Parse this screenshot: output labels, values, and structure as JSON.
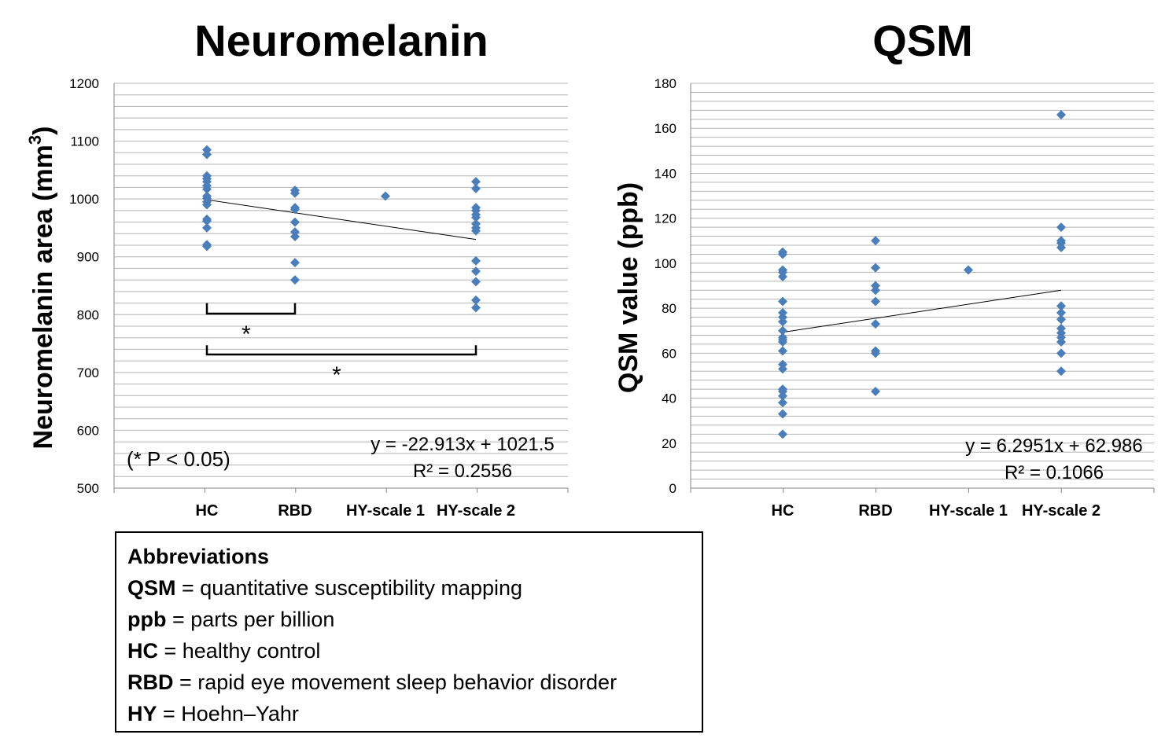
{
  "chart_data": [
    {
      "type": "scatter",
      "title": "Neuromelanin",
      "ylabel": "Neuromelanin area (mm",
      "ylabel_sup": "3",
      "ylabel_close": ")",
      "ylim": [
        500,
        1200
      ],
      "yticks": [
        500,
        600,
        700,
        800,
        900,
        1000,
        1100,
        1200
      ],
      "categories": [
        "HC",
        "RBD",
        "HY-scale 1",
        "HY-scale 2"
      ],
      "grid": "minor horizontal lines",
      "points": [
        {
          "category": "HC",
          "values": [
            1085,
            1077,
            1040,
            1035,
            1030,
            1023,
            1017,
            1005,
            1001,
            995,
            990,
            965,
            962,
            950,
            921,
            918
          ]
        },
        {
          "category": "RBD",
          "values": [
            1015,
            1010,
            985,
            982,
            960,
            943,
            935,
            890,
            860
          ]
        },
        {
          "category": "HY-scale 1",
          "values": [
            1005
          ]
        },
        {
          "category": "HY-scale 2",
          "values": [
            1030,
            1018,
            985,
            980,
            973,
            968,
            957,
            950,
            945,
            893,
            875,
            857,
            825,
            812
          ]
        }
      ],
      "trendline": {
        "start": 998.6,
        "end": 930
      },
      "equation": "y = -22.913x + 1021.5",
      "r_squared": "R² = 0.2556",
      "significance": [
        {
          "from": "HC",
          "to": "RBD",
          "label": "*",
          "level": 820
        },
        {
          "from": "HC",
          "to": "HY-scale 2",
          "label": "*",
          "level": 747
        }
      ],
      "note": "(* P < 0.05)"
    },
    {
      "type": "scatter",
      "title": "QSM",
      "ylabel": "QSM value (ppb)",
      "ylim": [
        0,
        180
      ],
      "yticks": [
        0,
        20,
        40,
        60,
        80,
        100,
        120,
        140,
        160,
        180
      ],
      "categories": [
        "HC",
        "RBD",
        "HY-scale 1",
        "HY-scale 2"
      ],
      "grid": "minor horizontal lines",
      "points": [
        {
          "category": "HC",
          "values": [
            105,
            104,
            97,
            96,
            94,
            83,
            78,
            76,
            74,
            70,
            67,
            66,
            65,
            61,
            55,
            53,
            44,
            43,
            41,
            38,
            33,
            24
          ]
        },
        {
          "category": "RBD",
          "values": [
            110,
            98,
            90,
            88,
            83,
            73,
            61,
            60,
            43
          ]
        },
        {
          "category": "HY-scale 1",
          "values": [
            97
          ]
        },
        {
          "category": "HY-scale 2",
          "values": [
            166,
            116,
            110,
            109,
            107,
            81,
            78,
            75,
            71,
            69,
            67,
            65,
            60,
            52
          ]
        }
      ],
      "trendline": {
        "start": 69.3,
        "end": 88
      },
      "equation": "y = 6.2951x + 62.986",
      "r_squared": "R² = 0.1066"
    }
  ],
  "abbreviations": {
    "heading": "Abbreviations",
    "items": [
      {
        "term": "QSM",
        "definition": " = quantitative susceptibility mapping"
      },
      {
        "term": "ppb",
        "definition": " = parts per billion"
      },
      {
        "term": "HC",
        "definition": " = healthy control"
      },
      {
        "term": "RBD",
        "definition": " = rapid eye movement sleep behavior disorder"
      },
      {
        "term": "HY",
        "definition": " = Hoehn–Yahr"
      }
    ]
  },
  "colors": {
    "marker": "#4a7ebb",
    "grid": "#b3b3b3",
    "axis": "#868686",
    "trendline": "#000000"
  }
}
